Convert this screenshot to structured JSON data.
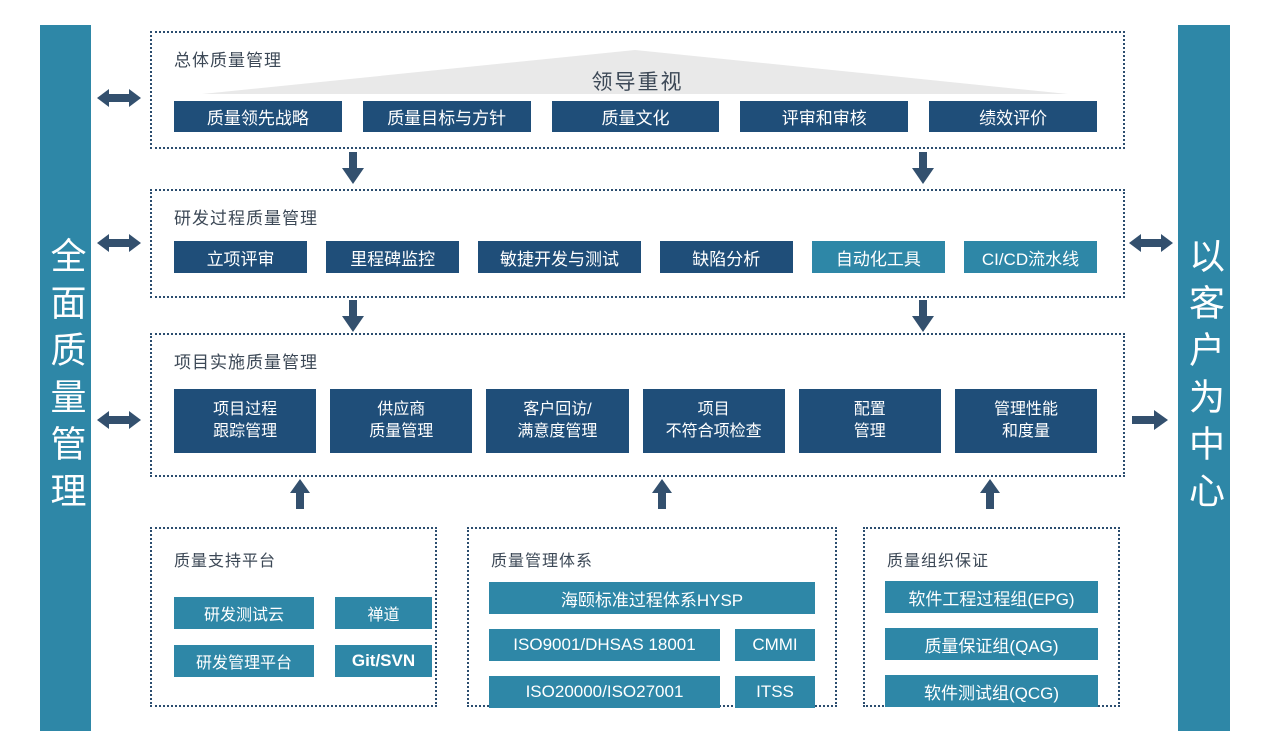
{
  "colors": {
    "navy_button": "#1f4e79",
    "teal_button": "#2e87a7",
    "side_bar": "#2e87a7",
    "arrow": "#33506e",
    "dotted_border": "#2b4d6f",
    "triangle_fill": "#e9e9e9",
    "title_text": "#3c4856",
    "background": "#ffffff"
  },
  "left_bar": {
    "label": "全面质量管理"
  },
  "right_bar": {
    "label": "以客户为中心"
  },
  "sections": [
    {
      "title": "总体质量管理",
      "banner": "领导重视",
      "buttons": [
        "质量领先战略",
        "质量目标与方针",
        "质量文化",
        "评审和审核",
        "绩效评价"
      ]
    },
    {
      "title": "研发过程质量管理",
      "buttons": [
        "立项评审",
        "里程碑监控",
        "敏捷开发与测试",
        "缺陷分析",
        "自动化工具",
        "CI/CD流水线"
      ]
    },
    {
      "title": "项目实施质量管理",
      "buttons": [
        "项目过程\n跟踪管理",
        "供应商\n质量管理",
        "客户回访/\n满意度管理",
        "项目\n不符合项检查",
        "配置\n管理",
        "管理性能\n和度量"
      ]
    }
  ],
  "bottom_boxes": [
    {
      "title": "质量支持平台",
      "buttons": [
        "研发测试云",
        "禅道",
        "研发管理平台",
        "Git/SVN"
      ]
    },
    {
      "title": "质量管理体系",
      "wide_button": "海颐标准过程体系HYSP",
      "buttons": [
        "ISO9001/DHSAS 18001",
        "CMMI",
        "ISO20000/ISO27001",
        "ITSS"
      ]
    },
    {
      "title": "质量组织保证",
      "buttons": [
        "软件工程过程组(EPG)",
        "质量保证组(QAG)",
        "软件测试组(QCG)"
      ]
    }
  ]
}
